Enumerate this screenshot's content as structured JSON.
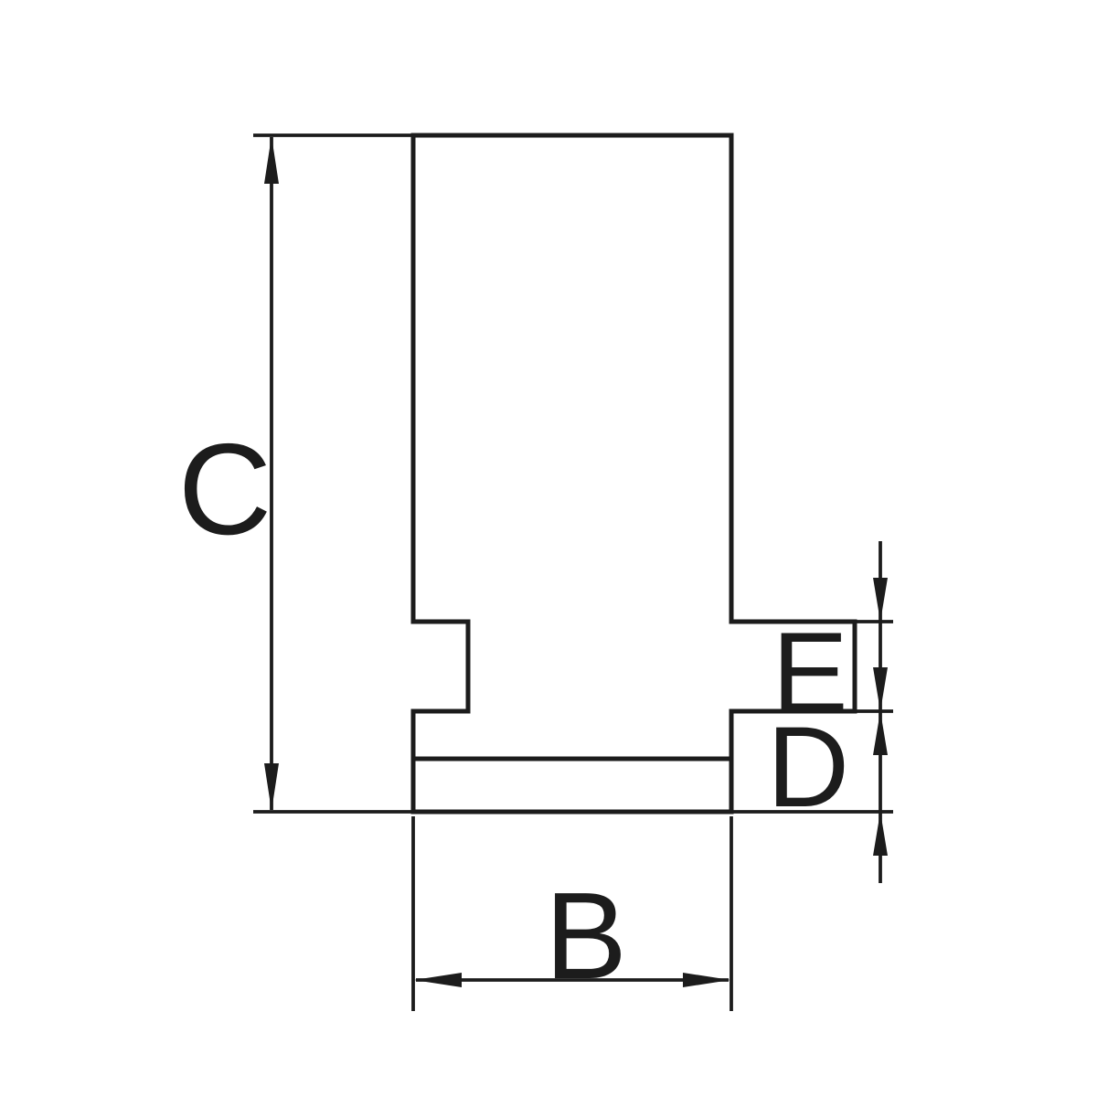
{
  "drawing": {
    "background_color": "#ffffff",
    "line_color": "#1c1c1c"
  },
  "dimensions": {
    "C": {
      "label": "C"
    },
    "B": {
      "label": "B"
    },
    "E": {
      "label": "E"
    },
    "D": {
      "label": "D"
    }
  }
}
